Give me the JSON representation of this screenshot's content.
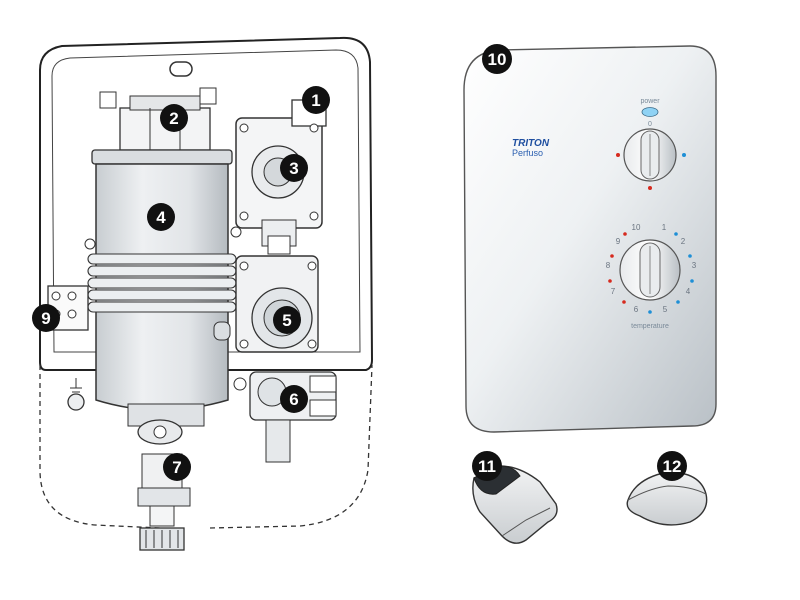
{
  "callouts": {
    "c1": "1",
    "c2": "2",
    "c3": "3",
    "c4": "4",
    "c5": "5",
    "c6": "6",
    "c7": "7",
    "c9": "9",
    "c10": "10",
    "c11": "11",
    "c12": "12"
  },
  "cover": {
    "brand": "TRITON",
    "model": "Perfuso",
    "power_label": "power",
    "power_sub": "0",
    "temperature_label": "temperature",
    "dial_numbers": [
      "10",
      "1",
      "2",
      "3",
      "4",
      "5",
      "6",
      "7",
      "8",
      "9"
    ]
  },
  "colors": {
    "callout": "#111111",
    "outline": "#222222",
    "cover_blue": "#1f4fa0",
    "hot_red": "#d62a1e",
    "cold_blue": "#1e8fd6"
  }
}
